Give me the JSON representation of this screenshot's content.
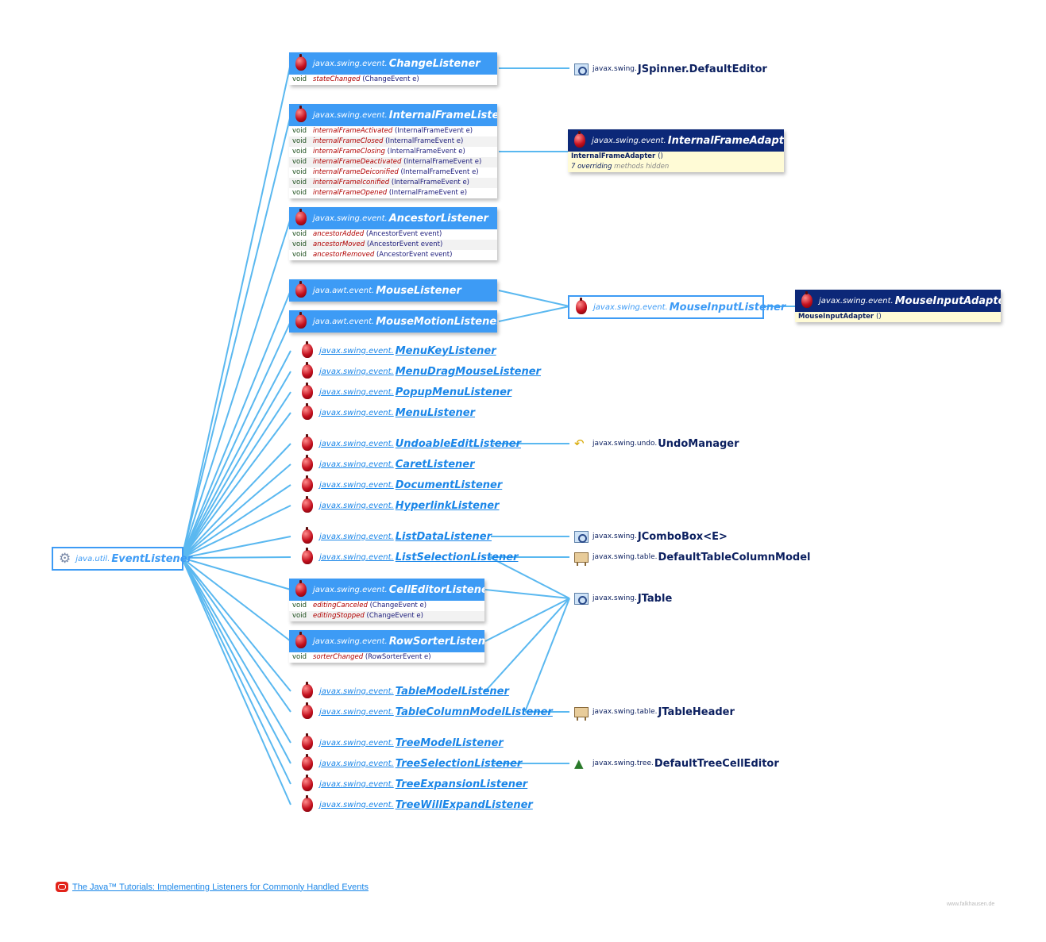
{
  "root": {
    "pkg": "java.util.",
    "name": "EventListener"
  },
  "change_listener": {
    "pkg": "javax.swing.event.",
    "name": "ChangeListener",
    "methods": [
      {
        "ret": "void",
        "name": "stateChanged",
        "params": "(ChangeEvent e)"
      }
    ]
  },
  "internal_frame_listener": {
    "pkg": "javax.swing.event.",
    "name": "InternalFrameListener",
    "methods": [
      {
        "ret": "void",
        "name": "internalFrameActivated",
        "params": "(InternalFrameEvent e)"
      },
      {
        "ret": "void",
        "name": "internalFrameClosed",
        "params": "(InternalFrameEvent e)"
      },
      {
        "ret": "void",
        "name": "internalFrameClosing",
        "params": "(InternalFrameEvent e)"
      },
      {
        "ret": "void",
        "name": "internalFrameDeactivated",
        "params": "(InternalFrameEvent e)"
      },
      {
        "ret": "void",
        "name": "internalFrameDeiconified",
        "params": "(InternalFrameEvent e)"
      },
      {
        "ret": "void",
        "name": "internalFrameIconified",
        "params": "(InternalFrameEvent e)"
      },
      {
        "ret": "void",
        "name": "internalFrameOpened",
        "params": "(InternalFrameEvent e)"
      }
    ]
  },
  "ancestor_listener": {
    "pkg": "javax.swing.event.",
    "name": "AncestorListener",
    "methods": [
      {
        "ret": "void",
        "name": "ancestorAdded",
        "params": "(AncestorEvent event)"
      },
      {
        "ret": "void",
        "name": "ancestorMoved",
        "params": "(AncestorEvent event)"
      },
      {
        "ret": "void",
        "name": "ancestorRemoved",
        "params": "(AncestorEvent event)"
      }
    ]
  },
  "mouse_listener": {
    "pkg": "java.awt.event.",
    "name": "MouseListener"
  },
  "mouse_motion_listener": {
    "pkg": "java.awt.event.",
    "name": "MouseMotionListener"
  },
  "cell_editor_listener": {
    "pkg": "javax.swing.event.",
    "name": "CellEditorListener",
    "methods": [
      {
        "ret": "void",
        "name": "editingCanceled",
        "params": "(ChangeEvent e)"
      },
      {
        "ret": "void",
        "name": "editingStopped",
        "params": "(ChangeEvent e)"
      }
    ]
  },
  "row_sorter_listener": {
    "pkg": "javax.swing.event.",
    "name": "RowSorterListener",
    "methods": [
      {
        "ret": "void",
        "name": "sorterChanged",
        "params": "(RowSorterEvent e)"
      }
    ]
  },
  "internal_frame_adapter": {
    "pkg": "javax.swing.event.",
    "name": "InternalFrameAdapter",
    "ctor": "InternalFrameAdapter",
    "ctor_params": "()",
    "hidden_count": "7 overriding",
    "hidden_text": "methods hidden"
  },
  "mouse_input_adapter": {
    "pkg": "javax.swing.event.",
    "name": "MouseInputAdapter",
    "ctor": "MouseInputAdapter",
    "ctor_params": "()"
  },
  "mouse_input_listener": {
    "pkg": "javax.swing.event.",
    "name": "MouseInputListener"
  },
  "links": [
    {
      "pkg": "javax.swing.event.",
      "name": "MenuKeyListener"
    },
    {
      "pkg": "javax.swing.event.",
      "name": "MenuDragMouseListener"
    },
    {
      "pkg": "javax.swing.event.",
      "name": "PopupMenuListener"
    },
    {
      "pkg": "javax.swing.event.",
      "name": "MenuListener"
    },
    {
      "pkg": "javax.swing.event.",
      "name": "UndoableEditListener"
    },
    {
      "pkg": "javax.swing.event.",
      "name": "CaretListener"
    },
    {
      "pkg": "javax.swing.event.",
      "name": "DocumentListener"
    },
    {
      "pkg": "javax.swing.event.",
      "name": "HyperlinkListener"
    },
    {
      "pkg": "javax.swing.event.",
      "name": "ListDataListener"
    },
    {
      "pkg": "javax.swing.event.",
      "name": "ListSelectionListener"
    },
    {
      "pkg": "javax.swing.event.",
      "name": "TableModelListener"
    },
    {
      "pkg": "javax.swing.event.",
      "name": "TableColumnModelListener"
    },
    {
      "pkg": "javax.swing.event.",
      "name": "TreeModelListener"
    },
    {
      "pkg": "javax.swing.event.",
      "name": "TreeSelectionListener"
    },
    {
      "pkg": "javax.swing.event.",
      "name": "TreeExpansionListener"
    },
    {
      "pkg": "javax.swing.event.",
      "name": "TreeWillExpandListener"
    }
  ],
  "classes": [
    {
      "pkg": "javax.swing.",
      "name": "JSpinner.DefaultEditor",
      "icon": "window-icon"
    },
    {
      "pkg": "javax.swing.undo.",
      "name": "UndoManager",
      "icon": "undo-icon"
    },
    {
      "pkg": "javax.swing.",
      "name": "JComboBox<E>",
      "icon": "window-icon"
    },
    {
      "pkg": "javax.swing.table.",
      "name": "DefaultTableColumnModel",
      "icon": "table-icon"
    },
    {
      "pkg": "javax.swing.",
      "name": "JTable",
      "icon": "window-icon"
    },
    {
      "pkg": "javax.swing.table.",
      "name": "JTableHeader",
      "icon": "table-icon"
    },
    {
      "pkg": "javax.swing.tree.",
      "name": "DefaultTreeCellEditor",
      "icon": "tree-icon"
    }
  ],
  "tutorial_link": "The Java™ Tutorials: Implementing Listeners for Commonly Handled Events",
  "watermark": "www.falkhausen.de",
  "colors": {
    "accent": "#3d9bf5",
    "dark_header": "#0c2878",
    "edge": "#5ab8f0",
    "link": "#1a86e8"
  }
}
